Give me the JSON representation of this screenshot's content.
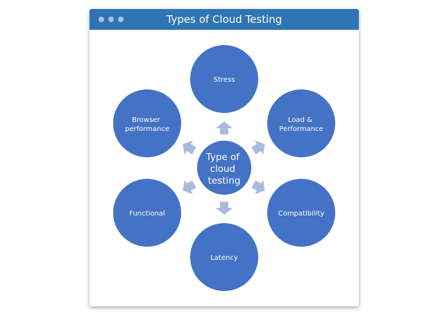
{
  "window": {
    "title": "Types of Cloud Testing"
  },
  "diagram": {
    "center": {
      "lines": [
        "Type of",
        "cloud",
        "testing"
      ]
    },
    "nodes": [
      {
        "id": "stress",
        "lines": [
          "Stress"
        ]
      },
      {
        "id": "load-performance",
        "lines": [
          "Load &",
          "Performance"
        ]
      },
      {
        "id": "compatibility",
        "lines": [
          "Compatibility"
        ]
      },
      {
        "id": "latency",
        "lines": [
          "Latency"
        ]
      },
      {
        "id": "functional",
        "lines": [
          "Functional"
        ]
      },
      {
        "id": "browser-performance",
        "lines": [
          "Browser",
          "performance"
        ]
      }
    ]
  },
  "colors": {
    "titlebar": "#2f74b5",
    "node_fill": "#4472c4",
    "arrow_fill": "#a9bcde",
    "text": "#ffffff"
  }
}
